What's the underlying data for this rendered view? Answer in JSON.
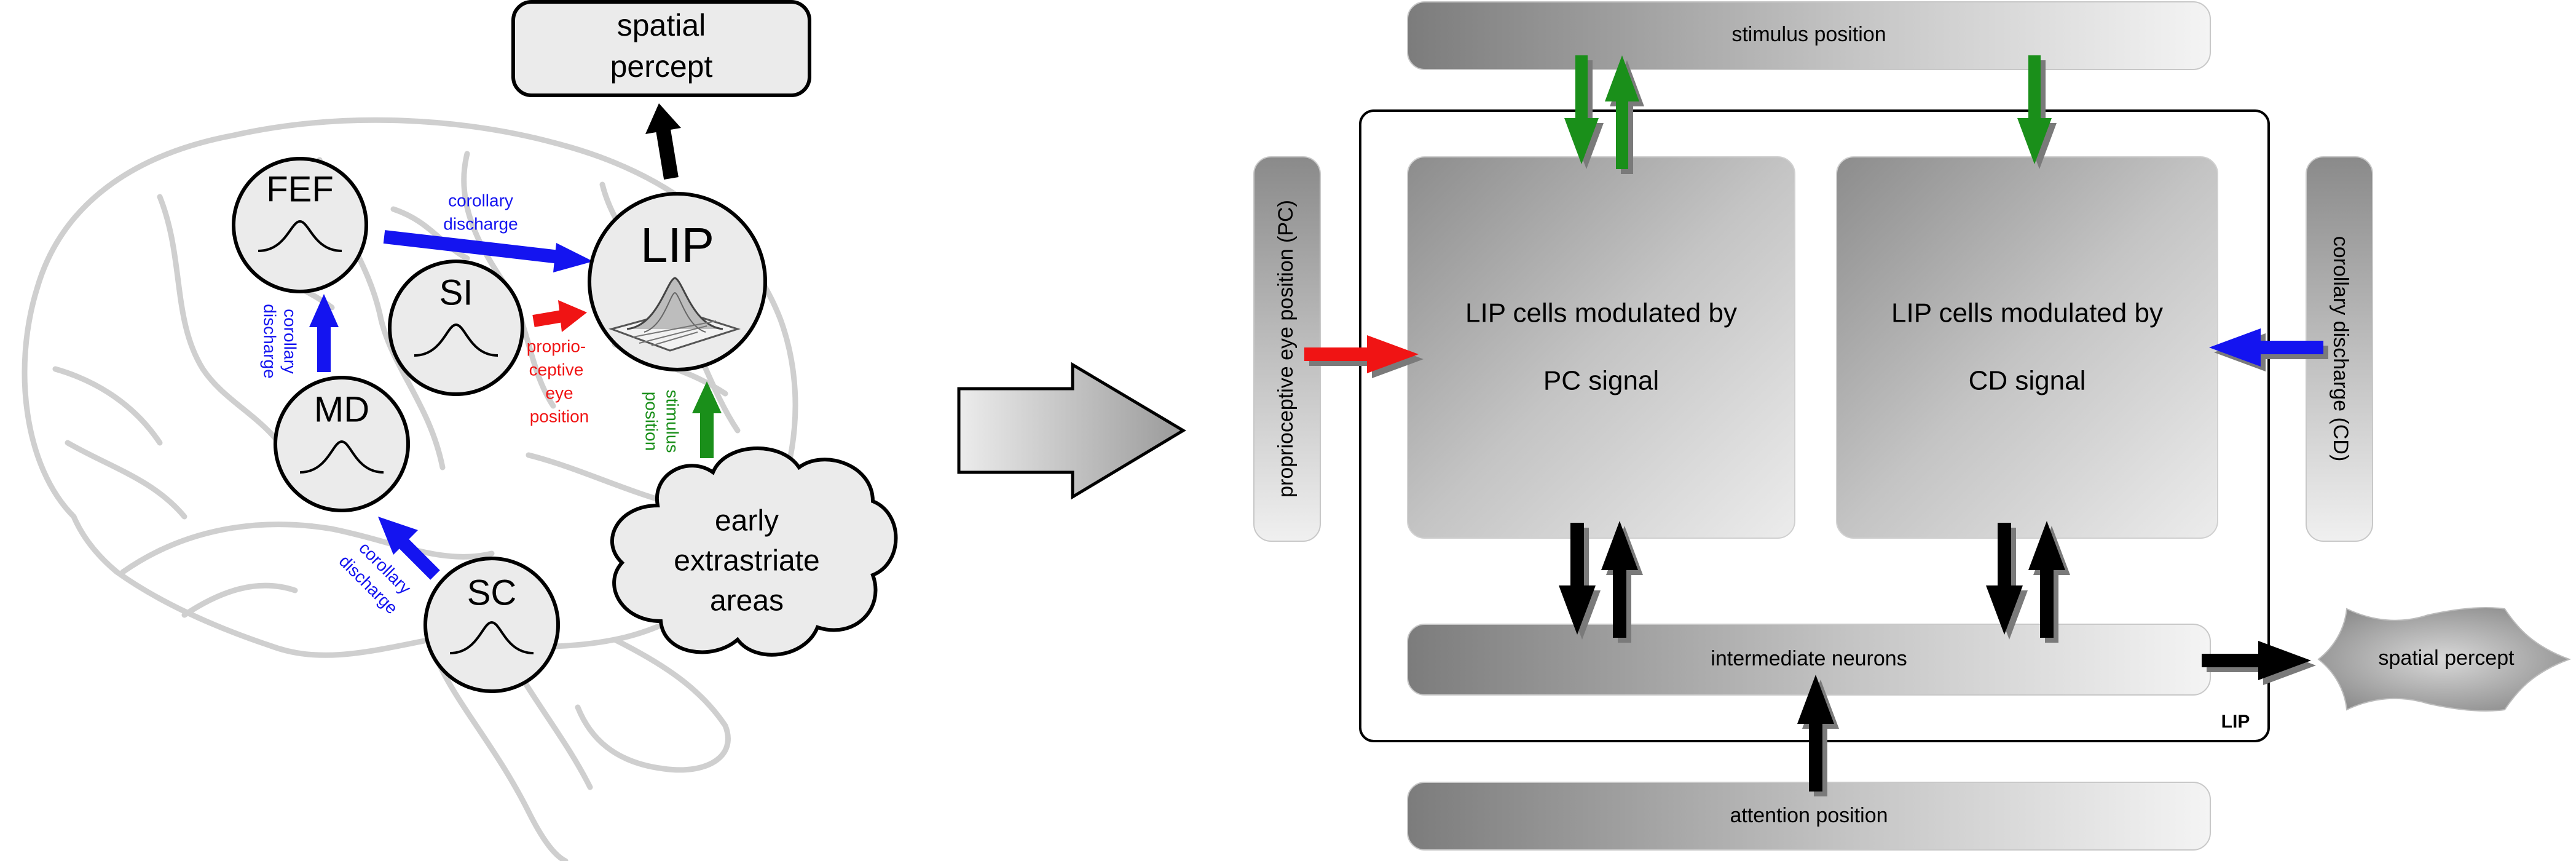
{
  "left_panel": {
    "output_box": {
      "line1": "spatial",
      "line2": "percept"
    },
    "nodes": {
      "fef": "FEF",
      "si": "SI",
      "md": "MD",
      "sc": "SC",
      "lip": "LIP",
      "cloud": {
        "line1": "early",
        "line2": "extrastriate",
        "line3": "areas"
      }
    },
    "arrow_labels": {
      "fef_to_lip": {
        "line1": "corollary",
        "line2": "discharge"
      },
      "md_to_fef": {
        "line1": "corollary",
        "line2": "discharge"
      },
      "sc_to_md": {
        "line1": "corollary",
        "line2": "discharge"
      },
      "si_to_lip": {
        "line1": "proprio-",
        "line2": "ceptive",
        "line3": "eye",
        "line4": "position"
      },
      "cloud_to_lip": {
        "line1": "stimulus",
        "line2": "position"
      }
    }
  },
  "right_panel": {
    "bars": {
      "top": "stimulus position",
      "bottom": "attention position",
      "middle": "intermediate neurons",
      "left": "proprioceptive eye position (PC)",
      "right": "corollary discharge (CD)"
    },
    "cells": {
      "pc": {
        "line1": "LIP cells modulated by",
        "line2": "PC signal"
      },
      "cd": {
        "line1": "LIP cells modulated by",
        "line2": "CD signal"
      }
    },
    "frame_label": "LIP",
    "output_label": "spatial percept"
  },
  "colors": {
    "blue": "#1414f0",
    "red": "#f01414",
    "green": "#1a8f1a",
    "black": "#000000",
    "node_fill": "#ebebeb",
    "brain_stroke": "#cfcfcf"
  }
}
